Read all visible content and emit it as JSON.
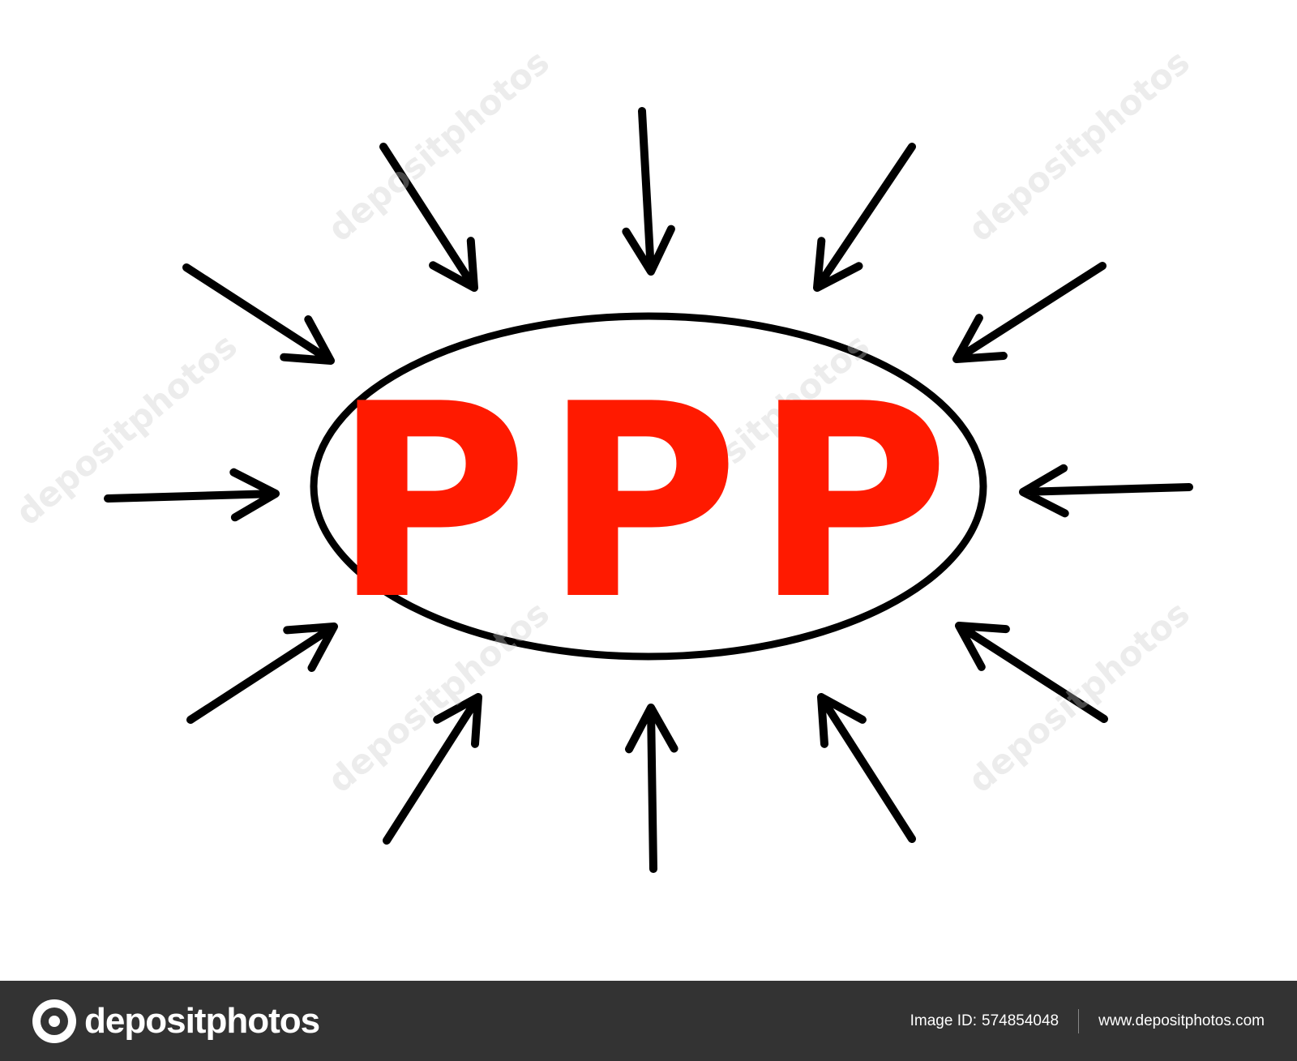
{
  "acronym": "PPP",
  "watermark_text": "depositphotos",
  "footer": {
    "brand": "depositphotos",
    "image_id_label": "Image ID:",
    "image_id": "574854048",
    "site": "www.depositphotos.com"
  },
  "colors": {
    "acronym": "#ff1a00",
    "ink": "#000000",
    "footer_bg": "#333333",
    "background": "#ffffff"
  },
  "icons": [
    "arrow-icon",
    "camera-logo-icon"
  ]
}
